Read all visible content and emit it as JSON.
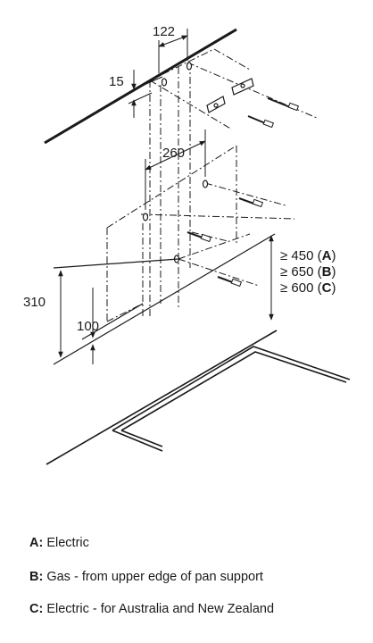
{
  "dimensions": {
    "width_between_holes": "122",
    "top_offset": "15",
    "bracket_spacing": "260",
    "height_310": "310",
    "height_100": "100"
  },
  "clearances": [
    {
      "symbol": "≥",
      "value": "450",
      "letter": "A"
    },
    {
      "symbol": "≥",
      "value": "650",
      "letter": "B"
    },
    {
      "symbol": "≥",
      "value": "600",
      "letter": "C"
    }
  ],
  "legend": [
    {
      "key": "A:",
      "text": "Electric"
    },
    {
      "key": "B:",
      "text": "Gas - from upper edge of pan support"
    },
    {
      "key": "C:",
      "text": "Electric - for Australia and New Zealand"
    }
  ]
}
